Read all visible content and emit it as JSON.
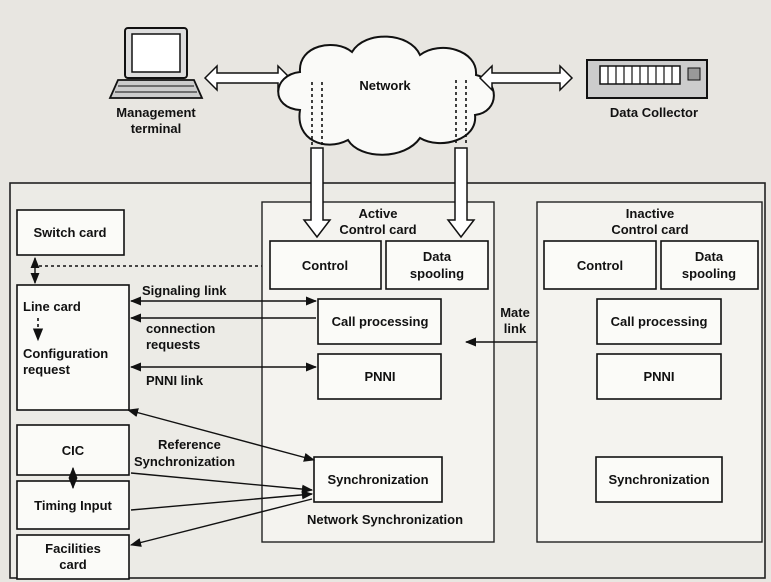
{
  "top": {
    "terminal_label": [
      "Management",
      "terminal"
    ],
    "network_label": "Network",
    "collector_label": "Data Collector"
  },
  "left": {
    "switch_card": "Switch card",
    "line_card": "Line card",
    "config_request": [
      "Configuration",
      "request"
    ],
    "cic": "CIC",
    "timing_input": "Timing Input",
    "facilities_card": [
      "Facilities",
      "card"
    ]
  },
  "links": {
    "signaling": "Signaling link",
    "connection_requests": [
      "connection",
      "requests"
    ],
    "pnni_link": "PNNI link",
    "reference_sync": [
      "Reference",
      "Synchronization"
    ],
    "mate_link": [
      "Mate",
      "link"
    ]
  },
  "active": {
    "title": [
      "Active",
      "Control card"
    ],
    "control": "Control",
    "data_spooling": [
      "Data",
      "spooling"
    ],
    "call_processing": "Call processing",
    "pnni": "PNNI",
    "synchronization": "Synchronization",
    "network_sync": "Network Synchronization"
  },
  "inactive": {
    "title": [
      "Inactive",
      "Control card"
    ],
    "control": "Control",
    "data_spooling": [
      "Data",
      "spooling"
    ],
    "call_processing": "Call processing",
    "pnni": "PNNI",
    "synchronization": "Synchronization"
  }
}
